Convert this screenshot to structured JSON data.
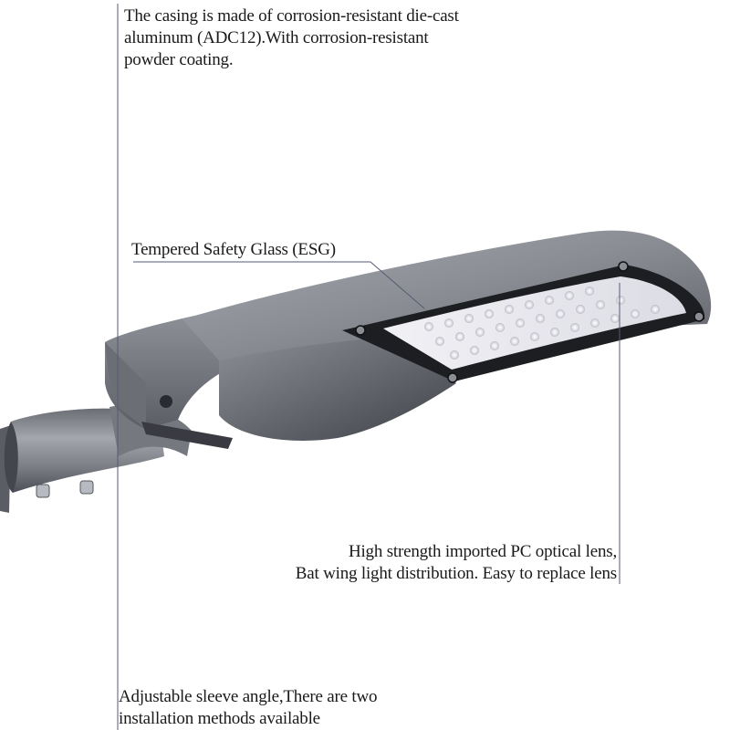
{
  "annotations": {
    "casing": {
      "lines": [
        "The casing is made of corrosion-resistant die-cast",
        "aluminum (ADC12).With corrosion-resistant",
        "powder coating."
      ]
    },
    "glass": {
      "lines": [
        "Tempered Safety Glass (ESG)"
      ]
    },
    "lens": {
      "lines": [
        "High strength imported PC optical lens,",
        "Bat wing light distribution. Easy to replace lens"
      ]
    },
    "sleeve": {
      "lines": [
        "Adjustable sleeve angle,There are two",
        "installation methods available"
      ]
    }
  },
  "colors": {
    "housing": "#7d7f87",
    "housing_dark": "#4a4c54",
    "lens_panel": "#e9e9ef",
    "frame": "#1d1e22",
    "leader_line": "#555a70"
  }
}
